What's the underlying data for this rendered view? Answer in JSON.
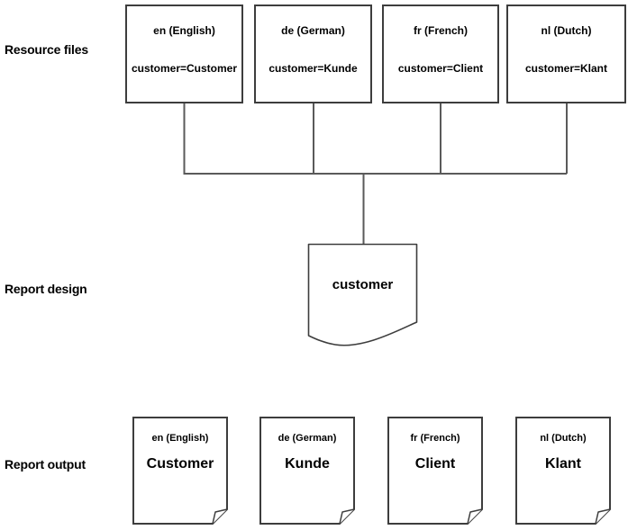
{
  "labels": {
    "resource_files": "Resource files",
    "report_design": "Report design",
    "report_output": "Report output"
  },
  "resource_files": [
    {
      "locale": "en (English)",
      "entry": "customer=Customer"
    },
    {
      "locale": "de (German)",
      "entry": "customer=Kunde"
    },
    {
      "locale": "fr (French)",
      "entry": "customer=Client"
    },
    {
      "locale": "nl (Dutch)",
      "entry": "customer=Klant"
    }
  ],
  "report_design": {
    "text": "customer"
  },
  "report_output": [
    {
      "locale": "en (English)",
      "text": "Customer"
    },
    {
      "locale": "de (German)",
      "text": "Kunde"
    },
    {
      "locale": "fr (French)",
      "text": "Client"
    },
    {
      "locale": "nl (Dutch)",
      "text": "Klant"
    }
  ],
  "colors": {
    "background": "#ffffff",
    "box_border": "#3d3d3d",
    "connector": "#5a5a5a",
    "text": "#000000"
  }
}
